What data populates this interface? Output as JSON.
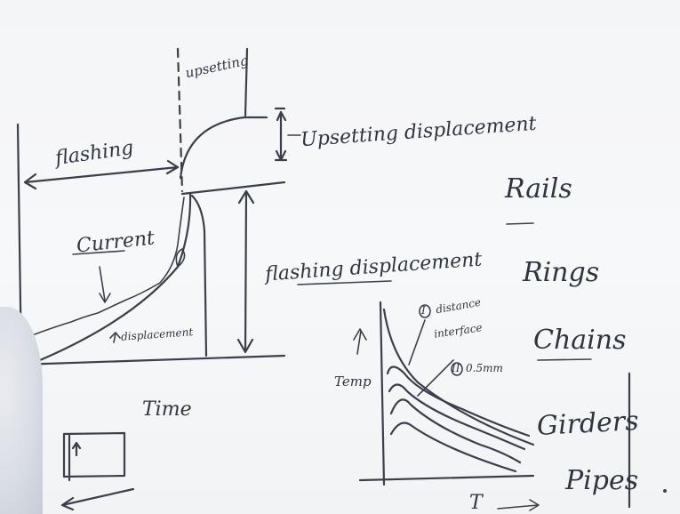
{
  "whiteboard": {
    "left_sketch": {
      "flashing_label": "flashing",
      "upsetting_label": "upsetting",
      "upsetting_displacement_label": "Upsetting displacement",
      "current_label": "Current",
      "displacement_label": "displacement",
      "flashing_displacement_label": "flashing displacement",
      "time_label": "Time"
    },
    "temperature_graph": {
      "y_label": "Temp",
      "x_label": "T",
      "annotation_1": "distance",
      "annotation_1_marker": "I",
      "annotation_2": "interface",
      "annotation_3_marker": "II",
      "annotation_3": "0.5mm"
    },
    "applications": [
      "Rails",
      "Rings",
      "Chains",
      "Girders",
      "Pipes"
    ]
  },
  "colors": {
    "ink": "#3a3f4a",
    "board": "#f4f5f7"
  }
}
